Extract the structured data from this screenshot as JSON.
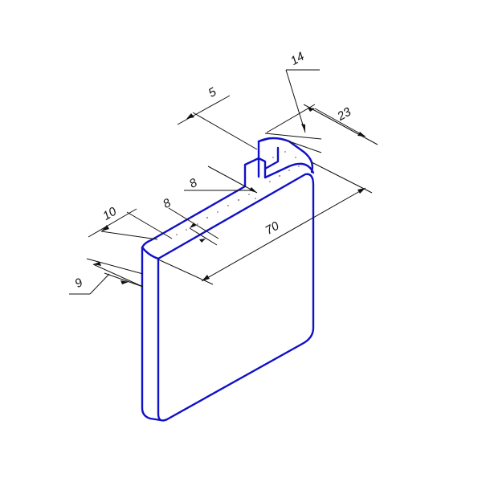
{
  "drawing": {
    "part_color": "#1010c8",
    "line_color": "#111111",
    "dimensions": {
      "d14": "14",
      "d5": "5",
      "d23": "23",
      "d8_upper": "8",
      "d10": "10",
      "d8_lower": "8",
      "d70": "70",
      "d9": "9"
    }
  }
}
